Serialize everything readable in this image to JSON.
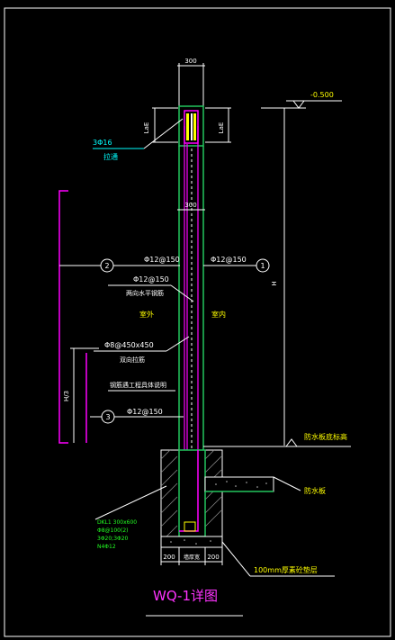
{
  "drawing": {
    "title": "WQ-1详图",
    "colors": {
      "background": "#000000",
      "frame": "#ffffff",
      "wall": "#22c55e",
      "rebar": "#ff00ff",
      "dim": "#ffffff",
      "label_white": "#ffffff",
      "label_yellow": "#ffff00",
      "label_cyan": "#00ffff",
      "label_green": "#22ff22",
      "title": "#ff33ff"
    },
    "dimensions": {
      "top_width": "300",
      "mid_width": "300",
      "left_lae": "LaE",
      "right_lae": "LaE",
      "height_h": "H",
      "height_h3": "H/3",
      "bottom_left": "200",
      "bottom_mid": "墙厚宽",
      "bottom_right": "200"
    },
    "labels": {
      "elevation": "-0.500",
      "top_bars": "3Φ16",
      "top_bars_note": "拉通",
      "bar1_callout": "1",
      "bar1_spec": "Φ12@150",
      "bar2_callout": "2",
      "bar2_spec": "Φ12@150",
      "bar2_spec_b": "Φ12@150",
      "bar2_note": "两向水平钢筋",
      "outside": "室外",
      "inside": "室内",
      "tie_spec": "Φ8@450x450",
      "tie_note": "双向拉筋",
      "sep_note": "钢筋遇工程具体说明",
      "bar3_callout": "3",
      "bar3_spec": "Φ12@150",
      "waterproof_elev": "防水板底标高",
      "waterproof_board": "防水板",
      "cushion": "100mm厚素砼垫层",
      "beam_title": "DKL1 300x600",
      "beam_l1": "Φ8@100(2)",
      "beam_l2": "3Φ20;3Φ20",
      "beam_l3": "N4Φ12"
    }
  }
}
